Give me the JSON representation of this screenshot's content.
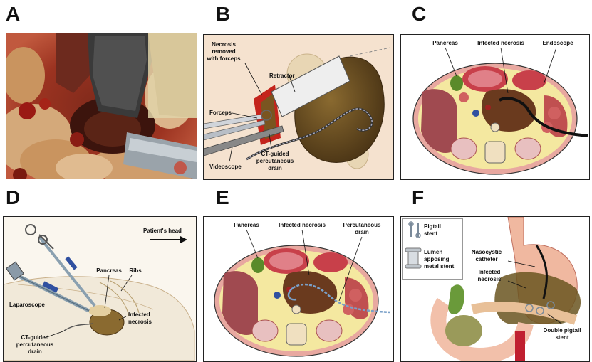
{
  "panels": {
    "a": {
      "letter": "A"
    },
    "b": {
      "letter": "B",
      "labels": {
        "necrosis_removed_1": "Necrosis",
        "necrosis_removed_2": "removed",
        "necrosis_removed_3": "with forceps",
        "retractor": "Retractor",
        "forceps": "Forceps",
        "videoscope": "Videoscope",
        "ct_drain_1": "CT-guided",
        "ct_drain_2": "percutaneous",
        "ct_drain_3": "drain"
      }
    },
    "c": {
      "letter": "C",
      "labels": {
        "pancreas": "Pancreas",
        "infected_necrosis": "Infected necrosis",
        "endoscope": "Endoscope"
      }
    },
    "d": {
      "letter": "D",
      "labels": {
        "patients_head": "Patient's head",
        "pancreas": "Pancreas",
        "ribs": "Ribs",
        "laparoscope": "Laparoscope",
        "infected_1": "Infected",
        "infected_2": "necrosis",
        "ct_drain_1": "CT-guided",
        "ct_drain_2": "percutaneous",
        "ct_drain_3": "drain"
      }
    },
    "e": {
      "letter": "E",
      "labels": {
        "pancreas": "Pancreas",
        "infected_necrosis": "Infected necrosis",
        "percutaneous_1": "Percutaneous",
        "percutaneous_2": "drain"
      }
    },
    "f": {
      "letter": "F",
      "labels": {
        "pigtail_1": "Pigtail",
        "pigtail_2": "stent",
        "lams_1": "Lumen",
        "lams_2": "apposing",
        "lams_3": "metal stent",
        "nasocystic_1": "Nasocystic",
        "nasocystic_2": "catheter",
        "infected_1": "Infected",
        "infected_2": "necrosis",
        "double_1": "Double pigtail",
        "double_2": "stent"
      }
    }
  }
}
